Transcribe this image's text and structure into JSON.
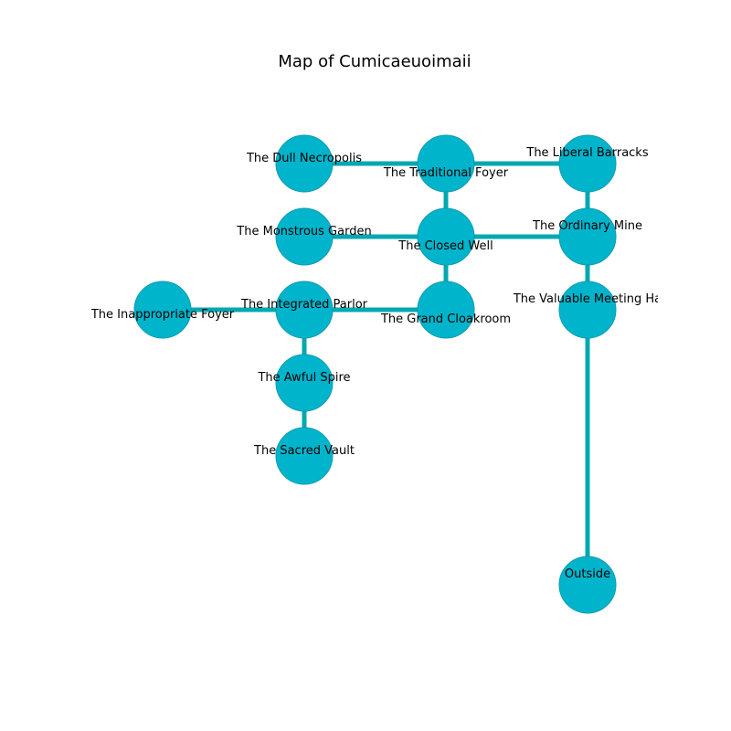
{
  "title": "Map of Cumicaeuoimaii",
  "colors": {
    "node_fill": "#00b4cc",
    "node_stroke": "#0e9bb0",
    "edge": "#00a8b0"
  },
  "rooms": [
    {
      "id": "dull-necropolis",
      "label": "The Dull Necropolis"
    },
    {
      "id": "traditional-foyer",
      "label": "The Traditional Foyer"
    },
    {
      "id": "liberal-barracks",
      "label": "The Liberal Barracks"
    },
    {
      "id": "monstrous-garden",
      "label": "The Monstrous Garden"
    },
    {
      "id": "closed-well",
      "label": "The Closed Well"
    },
    {
      "id": "ordinary-mine",
      "label": "The Ordinary Mine"
    },
    {
      "id": "inappropriate-foyer",
      "label": "The Inappropriate Foyer"
    },
    {
      "id": "integrated-parlor",
      "label": "The Integrated Parlor"
    },
    {
      "id": "grand-cloakroom",
      "label": "The Grand Cloakroom"
    },
    {
      "id": "valuable-meeting-hall",
      "label": "The Valuable Meeting Ha"
    },
    {
      "id": "awful-spire",
      "label": "The Awful Spire"
    },
    {
      "id": "sacred-vault",
      "label": "The Sacred Vault"
    },
    {
      "id": "outside",
      "label": "Outside"
    }
  ],
  "connections": [
    [
      "dull-necropolis",
      "traditional-foyer"
    ],
    [
      "traditional-foyer",
      "liberal-barracks"
    ],
    [
      "traditional-foyer",
      "closed-well"
    ],
    [
      "liberal-barracks",
      "ordinary-mine"
    ],
    [
      "monstrous-garden",
      "closed-well"
    ],
    [
      "closed-well",
      "ordinary-mine"
    ],
    [
      "closed-well",
      "grand-cloakroom"
    ],
    [
      "ordinary-mine",
      "valuable-meeting-hall"
    ],
    [
      "inappropriate-foyer",
      "integrated-parlor"
    ],
    [
      "integrated-parlor",
      "grand-cloakroom"
    ],
    [
      "integrated-parlor",
      "awful-spire"
    ],
    [
      "awful-spire",
      "sacred-vault"
    ],
    [
      "valuable-meeting-hall",
      "outside"
    ]
  ]
}
